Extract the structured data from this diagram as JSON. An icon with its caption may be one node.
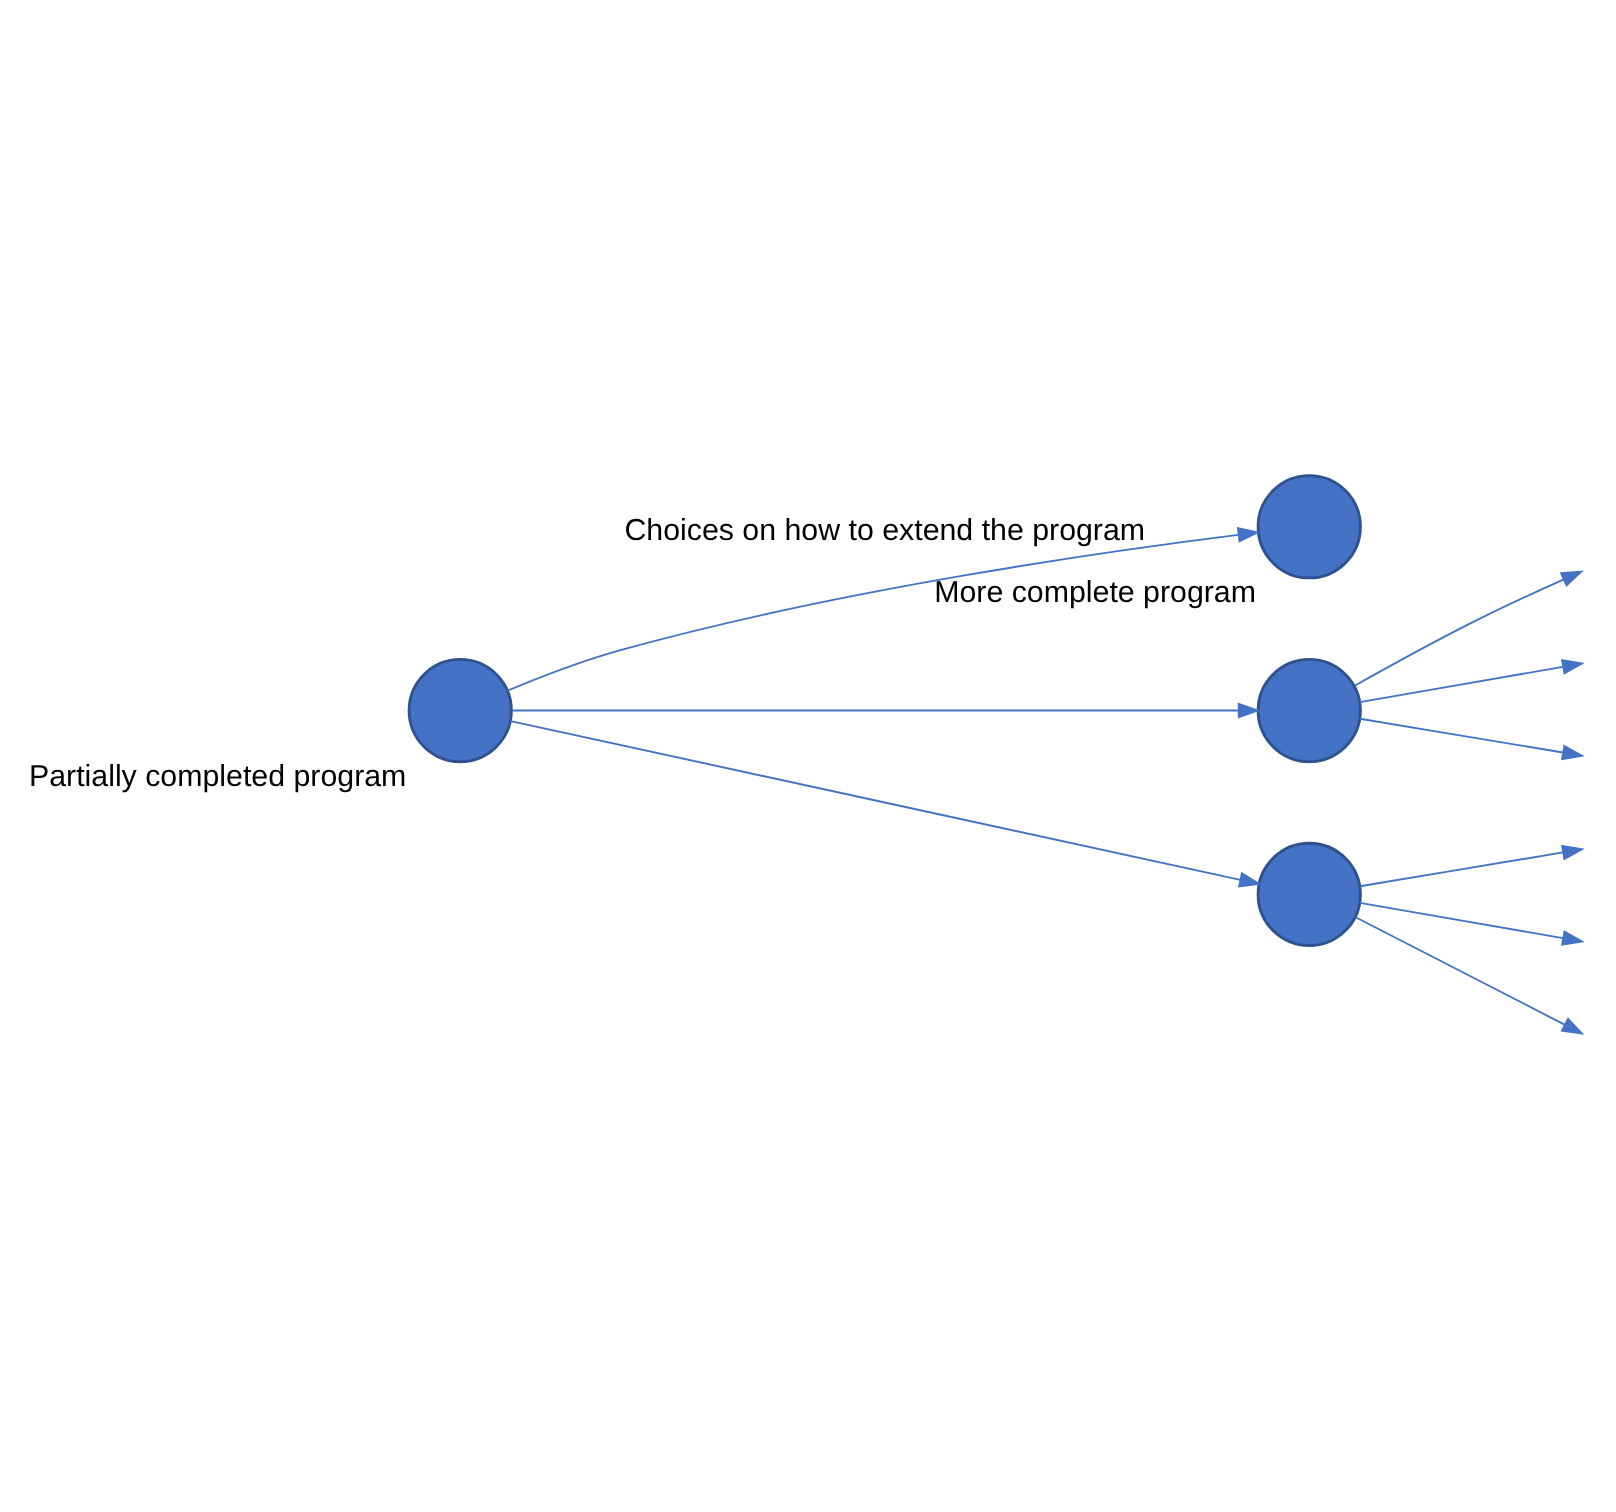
{
  "diagram": {
    "nodes": [
      {
        "text": [],
        "shape": "circle",
        "beside": [
          "Partially completed program"
        ]
      },
      {
        "text": [],
        "shape": "circle",
        "beside": [
          "More complete program"
        ]
      },
      {
        "text": [],
        "shape": "circle"
      },
      {
        "text": [],
        "shape": "circle"
      }
    ],
    "edges": [
      {
        "from": 0,
        "to": 1,
        "arrow": "to",
        "label": "Choices on how to extend the program"
      },
      {
        "from": 0,
        "to": 2,
        "arrow": "to"
      },
      {
        "from": 0,
        "to": 3,
        "arrow": "to"
      },
      {
        "from": 2,
        "to": null,
        "arrow": "to"
      },
      {
        "from": 2,
        "to": null,
        "arrow": "to"
      },
      {
        "from": 2,
        "to": null,
        "arrow": "to"
      },
      {
        "from": 3,
        "to": null,
        "arrow": "to"
      },
      {
        "from": 3,
        "to": null,
        "arrow": "to"
      },
      {
        "from": 3,
        "to": null,
        "arrow": "to"
      }
    ]
  }
}
